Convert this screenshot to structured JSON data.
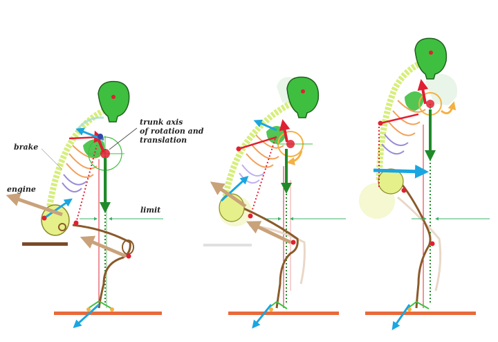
{
  "labels": {
    "trunk_axis_line1": "trunk axis",
    "trunk_axis_line2": "of rotation and",
    "trunk_axis_line3": "translation",
    "brake": "brake",
    "engine": "engine",
    "limit": "limit"
  },
  "colors": {
    "skull": "#3fbf3f",
    "skull_outline": "#1f5f1f",
    "spine": "#d6ee7a",
    "ribs_orange": "#f2a057",
    "ribs_purple": "#9a8ad8",
    "force_red": "#e02030",
    "force_blue": "#1aa6e0",
    "force_tan": "#c9a27a",
    "gravity_green": "#1f8a2a",
    "leg_brown": "#8a5a2a",
    "floor": "#e86a3a",
    "seat": "#7a4a2a",
    "rotation_orange": "#f5b042",
    "guide_green": "#3ab26a"
  },
  "icons": {
    "skull": "skull-icon",
    "pelvis": "pelvis-icon",
    "vertebra": "vertebra-icon",
    "arrow": "force-arrow-icon",
    "pivot": "center-of-mass-icon"
  }
}
